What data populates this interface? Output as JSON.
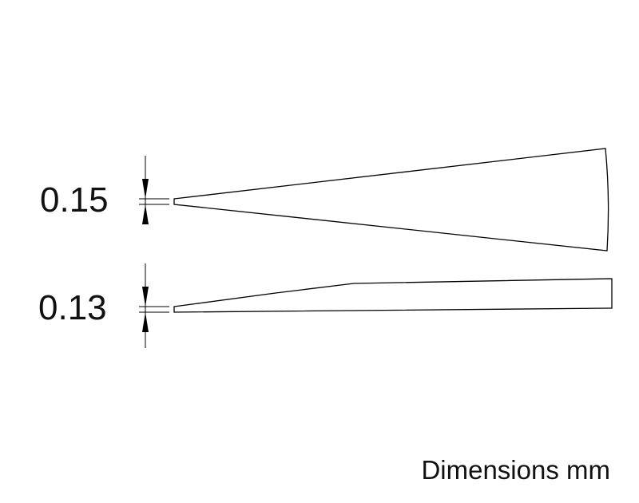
{
  "diagram": {
    "dimensions": [
      {
        "value": "0.15"
      },
      {
        "value": "0.13"
      }
    ],
    "units_note": "Dimensions mm",
    "line_color": "#000000"
  }
}
